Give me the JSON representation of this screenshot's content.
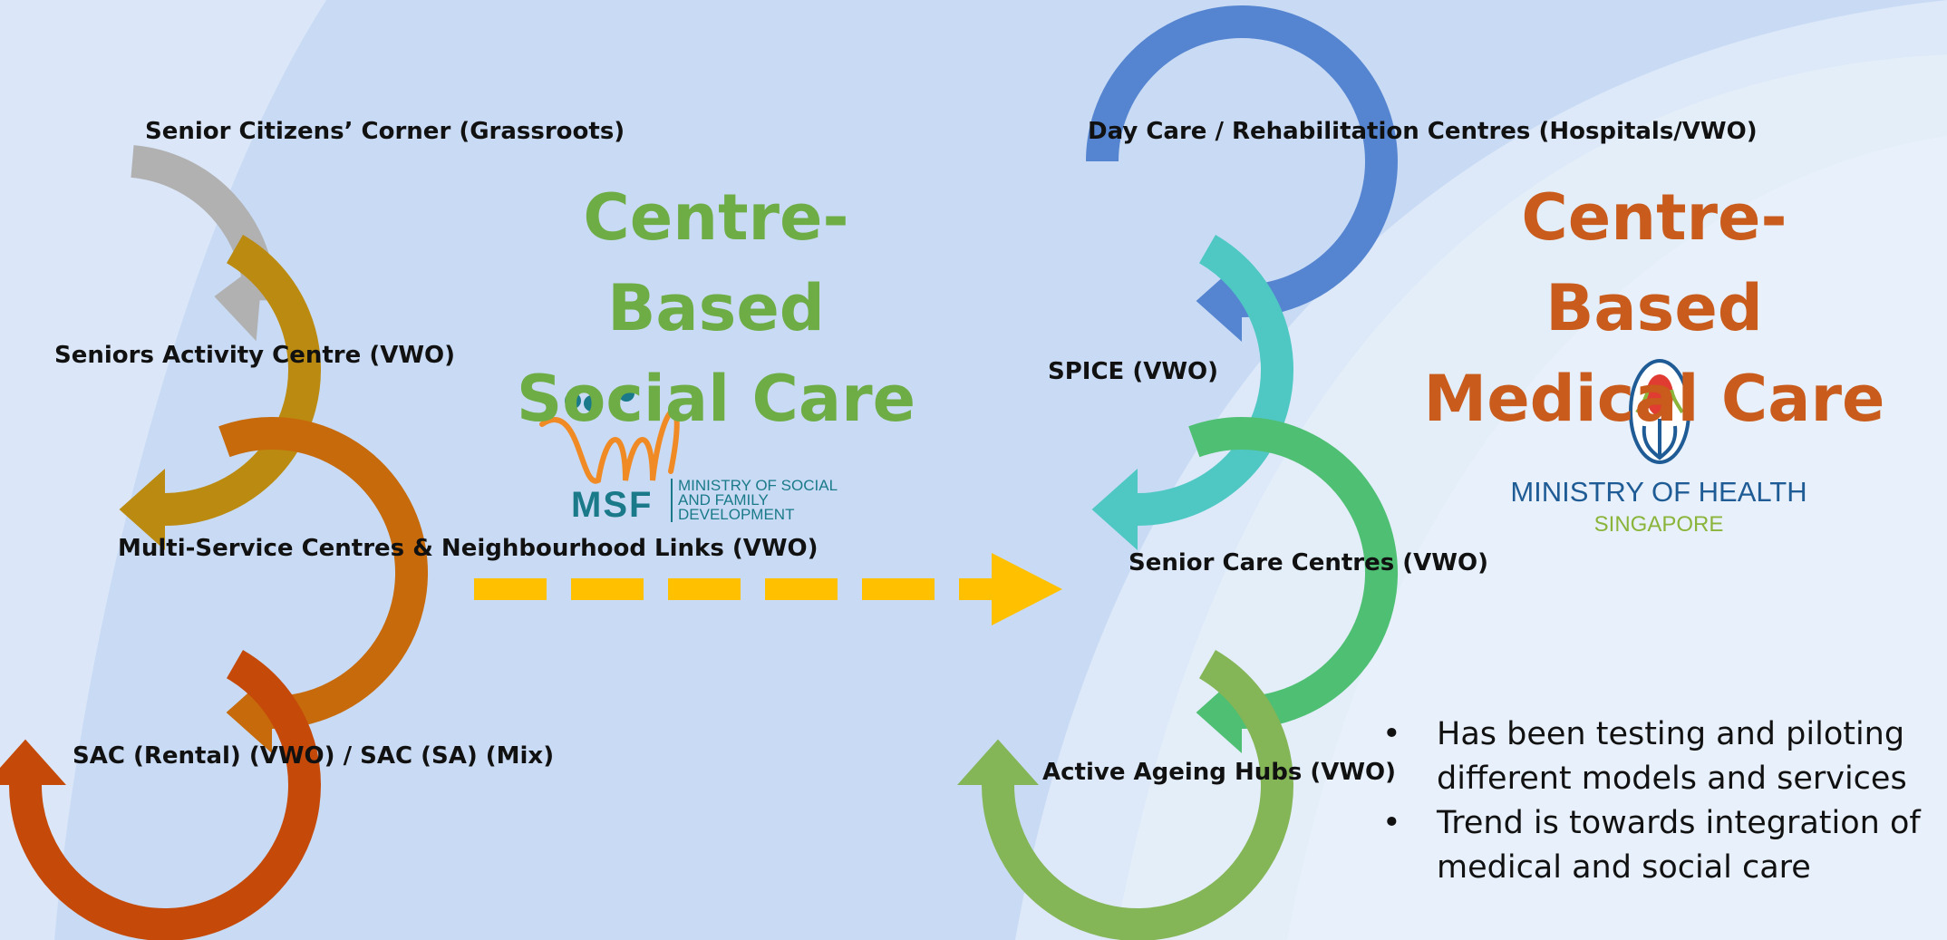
{
  "social_title": "Centre- Based Social Care",
  "medical_title": "Centre-Based Medical Care",
  "colors": {
    "background": "#c9dbf4",
    "social_title": "#6ead46",
    "medical_title": "#c95b1c",
    "connector_arrow": "#ffc000"
  },
  "social_steps": [
    {
      "label": "Senior Citizens’ Corner (Grassroots)",
      "color": "#b1b1b1"
    },
    {
      "label": "Seniors Activity Centre (VWO)",
      "color": "#bb8a10"
    },
    {
      "label": "Multi-Service Centres & Neighbourhood Links (VWO)",
      "color": "#c76a0b"
    },
    {
      "label": "SAC (Rental) (VWO) / SAC (SA) (Mix)",
      "color": "#c54a0a"
    }
  ],
  "medical_steps": [
    {
      "label": "Day Care / Rehabilitation Centres (Hospitals/VWO)",
      "color": "#5585d1"
    },
    {
      "label": "SPICE (VWO)",
      "color": "#4fc8c4"
    },
    {
      "label": "Senior Care Centres (VWO)",
      "color": "#4fbf73"
    },
    {
      "label": "Active Ageing Hubs (VWO)",
      "color": "#84b556"
    }
  ],
  "msf_logo": {
    "abbr": "MSF",
    "name": "MINISTRY OF SOCIAL AND FAMILY DEVELOPMENT",
    "icon": "msf-figures-logo"
  },
  "moh_logo": {
    "name": "MINISTRY OF HEALTH",
    "country": "SINGAPORE",
    "icon": "moh-crest-logo"
  },
  "bullets": [
    "Has been testing and piloting different models and services",
    "Trend is towards integration of medical and social care"
  ]
}
